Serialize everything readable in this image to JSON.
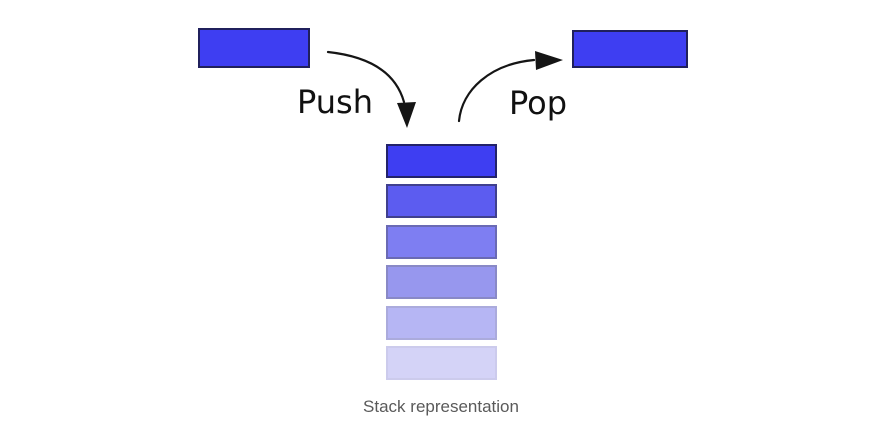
{
  "diagram": {
    "caption": "Stack representation",
    "push_label": "Push",
    "pop_label": "Pop",
    "colors": {
      "background": "#ffffff",
      "element_fill": "#3e3ef2",
      "element_border": "#20205c",
      "arrow": "#151515",
      "label_text": "#111111",
      "caption_text": "#5a5a5a"
    },
    "stack_levels": [
      {
        "name": "stack-level-1-top",
        "fill": "#3e3ef2",
        "border": "#23236a"
      },
      {
        "name": "stack-level-2",
        "fill": "#5c5cf0",
        "border": "#40408e"
      },
      {
        "name": "stack-level-3",
        "fill": "#7e7ef2",
        "border": "#6a6ab4"
      },
      {
        "name": "stack-level-4",
        "fill": "#9797ee",
        "border": "#8989c6"
      },
      {
        "name": "stack-level-5",
        "fill": "#b6b6f4",
        "border": "#ababdc"
      },
      {
        "name": "stack-level-6-bottom",
        "fill": "#d4d3f7",
        "border": "#cccbec"
      }
    ]
  }
}
